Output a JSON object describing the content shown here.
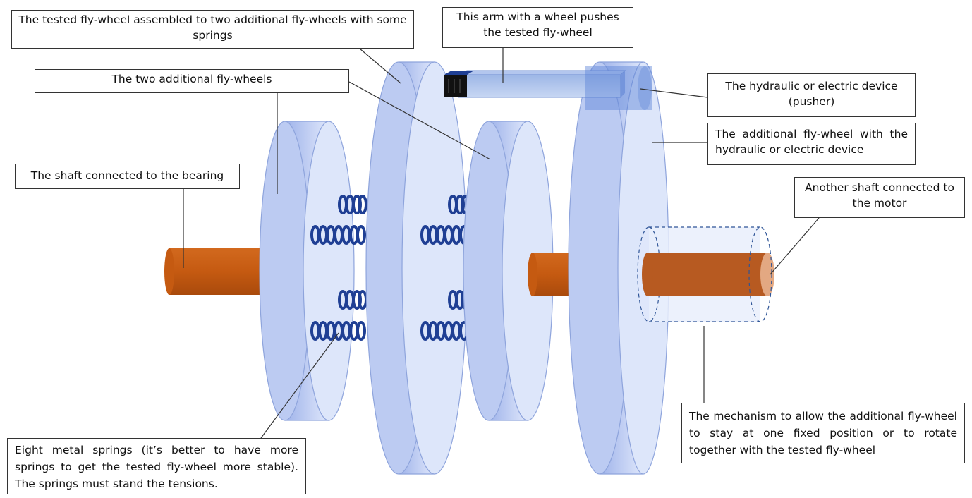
{
  "labels": {
    "tested_flywheel": "The tested fly-wheel assembled to two additional fly-wheels with some springs",
    "arm_wheel": "This arm with a wheel pushes the tested fly-wheel",
    "two_additional": "The two additional fly-wheels",
    "hydraulic_device": "The hydraulic or electric device (pusher)",
    "additional_with_device": "The additional fly-wheel with the hydraulic or electric device",
    "shaft_bearing": "The shaft connected to the bearing",
    "shaft_motor": "Another shaft connected to the motor",
    "springs": "Eight metal springs (it’s better to have more springs to get the tested fly-wheel more stable). The springs must stand the tensions.",
    "mechanism": "The mechanism to allow the additional fly-wheel to stay at one fixed position or to rotate together with the tested fly-wheel"
  },
  "colors": {
    "wheel_face": "#dde6fa",
    "wheel_rim": "#a8bcef",
    "wheel_outline": "#8ea4dc",
    "shaft": "#c55a11",
    "spring": "#1f3f94",
    "arm": "#8eaadb",
    "pusher": "#5b83d6",
    "arm_wheel": "#111111",
    "mechanism_border": "#2f5597"
  },
  "diagram": {
    "spring_count": 8,
    "flywheel_count": 4
  }
}
